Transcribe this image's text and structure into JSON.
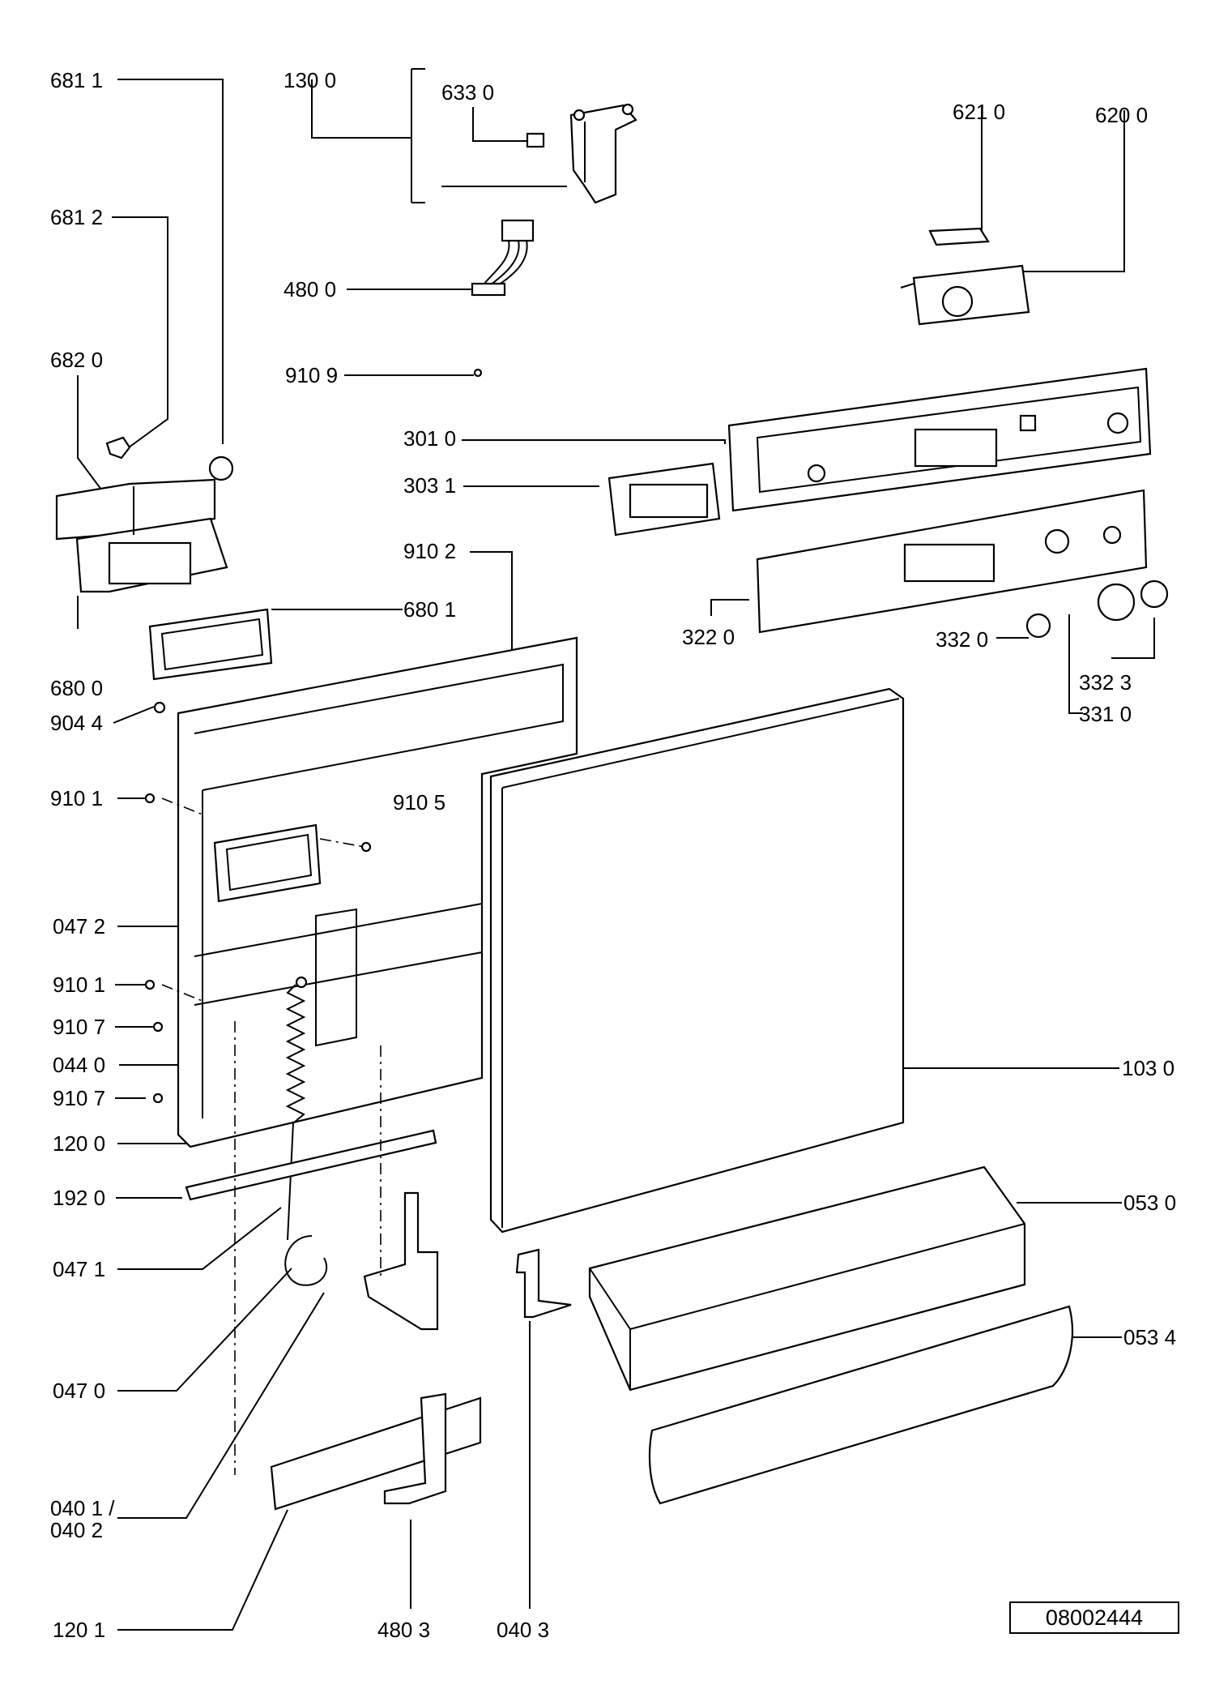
{
  "diagram": {
    "reference_number": "08002444",
    "labels": [
      {
        "id": "681-1",
        "text": "681 1"
      },
      {
        "id": "130-0",
        "text": "130 0"
      },
      {
        "id": "633-0",
        "text": "633 0"
      },
      {
        "id": "621-0",
        "text": "621 0"
      },
      {
        "id": "620-0",
        "text": "620 0"
      },
      {
        "id": "681-2",
        "text": "681 2"
      },
      {
        "id": "480-0",
        "text": "480 0"
      },
      {
        "id": "682-0",
        "text": "682 0"
      },
      {
        "id": "910-9",
        "text": "910 9"
      },
      {
        "id": "301-0",
        "text": "301 0"
      },
      {
        "id": "303-1",
        "text": "303 1"
      },
      {
        "id": "910-2",
        "text": "910 2"
      },
      {
        "id": "680-1",
        "text": "680 1"
      },
      {
        "id": "322-0",
        "text": "322 0"
      },
      {
        "id": "332-0",
        "text": "332 0"
      },
      {
        "id": "680-0",
        "text": "680 0"
      },
      {
        "id": "332-3",
        "text": "332 3"
      },
      {
        "id": "904-4",
        "text": "904 4"
      },
      {
        "id": "331-0",
        "text": "331 0"
      },
      {
        "id": "910-1a",
        "text": "910 1"
      },
      {
        "id": "910-5",
        "text": "910 5"
      },
      {
        "id": "047-2",
        "text": "047 2"
      },
      {
        "id": "910-1b",
        "text": "910 1"
      },
      {
        "id": "910-7a",
        "text": "910 7"
      },
      {
        "id": "044-0",
        "text": "044 0"
      },
      {
        "id": "103-0",
        "text": "103 0"
      },
      {
        "id": "910-7b",
        "text": "910 7"
      },
      {
        "id": "120-0",
        "text": "120 0"
      },
      {
        "id": "192-0",
        "text": "192 0"
      },
      {
        "id": "053-0",
        "text": "053 0"
      },
      {
        "id": "047-1",
        "text": "047 1"
      },
      {
        "id": "053-4",
        "text": "053 4"
      },
      {
        "id": "047-0",
        "text": "047 0"
      },
      {
        "id": "040-1",
        "text": "040 1 /"
      },
      {
        "id": "040-2",
        "text": "040 2"
      },
      {
        "id": "120-1",
        "text": "120 1"
      },
      {
        "id": "480-3",
        "text": "480 3"
      },
      {
        "id": "040-3",
        "text": "040 3"
      }
    ]
  }
}
